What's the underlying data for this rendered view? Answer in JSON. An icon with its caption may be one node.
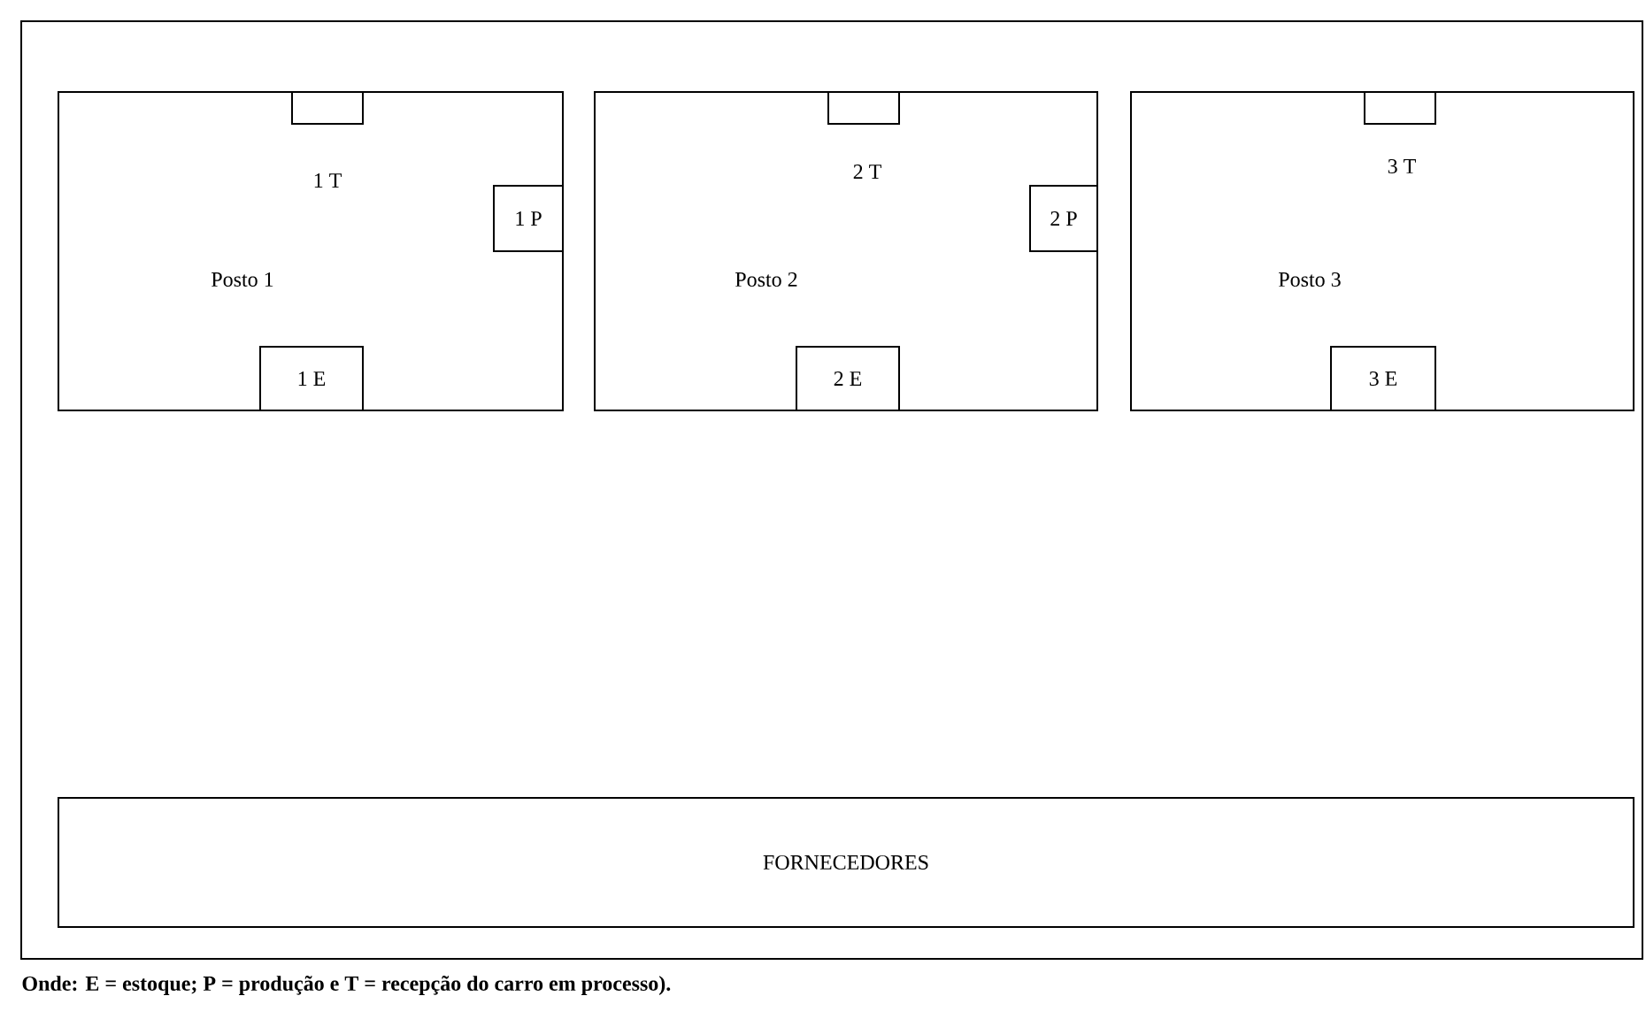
{
  "diagram": {
    "caption": "Onde: E = estoque; P = produção e T = recepção do carro em processo).",
    "nodes": [
      {
        "text": [],
        "shape": "box"
      },
      {
        "text": [
          "1 T",
          "Posto 1"
        ],
        "in": 0
      },
      {
        "text": [],
        "shape": "box",
        "in": 1
      },
      {
        "text": [
          "1 P"
        ],
        "in": 1
      },
      {
        "text": [
          "1 E"
        ],
        "in": 1
      },
      {
        "text": [
          "2 T",
          "Posto 2"
        ],
        "in": 0
      },
      {
        "text": [],
        "shape": "box",
        "in": 5
      },
      {
        "text": [
          "2 P"
        ],
        "in": 5
      },
      {
        "text": [
          "2 E"
        ],
        "in": 5
      },
      {
        "text": [
          "3 T",
          "Posto 3"
        ],
        "in": 0
      },
      {
        "text": [],
        "shape": "box",
        "in": 9
      },
      {
        "text": [
          "3 E"
        ],
        "in": 9
      },
      {
        "text": [
          "FORNECEDORES"
        ],
        "in": 0
      }
    ]
  }
}
